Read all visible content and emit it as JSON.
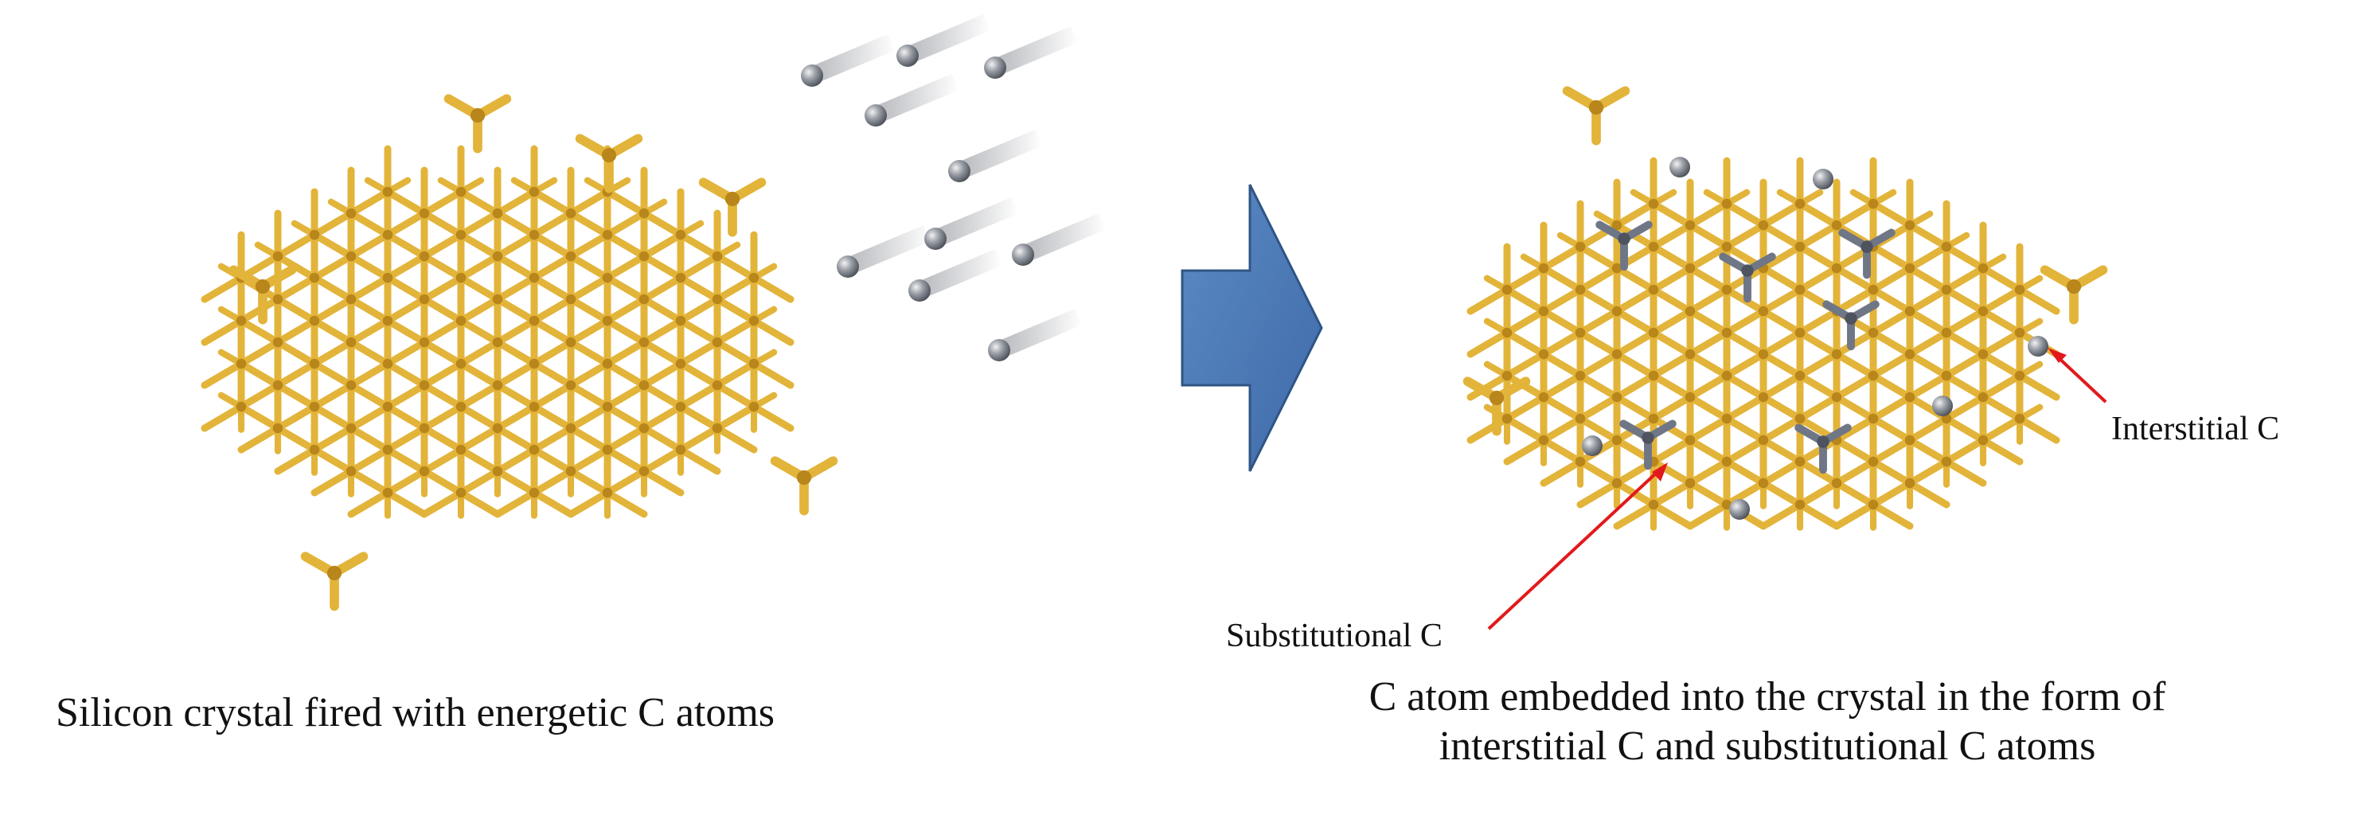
{
  "captions": {
    "left": "Silicon crystal fired with energetic C atoms",
    "right_line1": "C atom embedded into the crystal in the form of",
    "right_line2": "interstitial C and substitutional C atoms"
  },
  "labels": {
    "substitutional": "Substitutional  C",
    "interstitial": "Interstitial  C"
  },
  "colors": {
    "silicon": "#e3b43a",
    "silicon_dark": "#b8861a",
    "carbon_bond": "#6f7686",
    "carbon_atom": "#8a8f99",
    "arrow_fill": "#4a78b5",
    "arrow_stroke": "#2f5585",
    "pointer": "#e2191c"
  }
}
